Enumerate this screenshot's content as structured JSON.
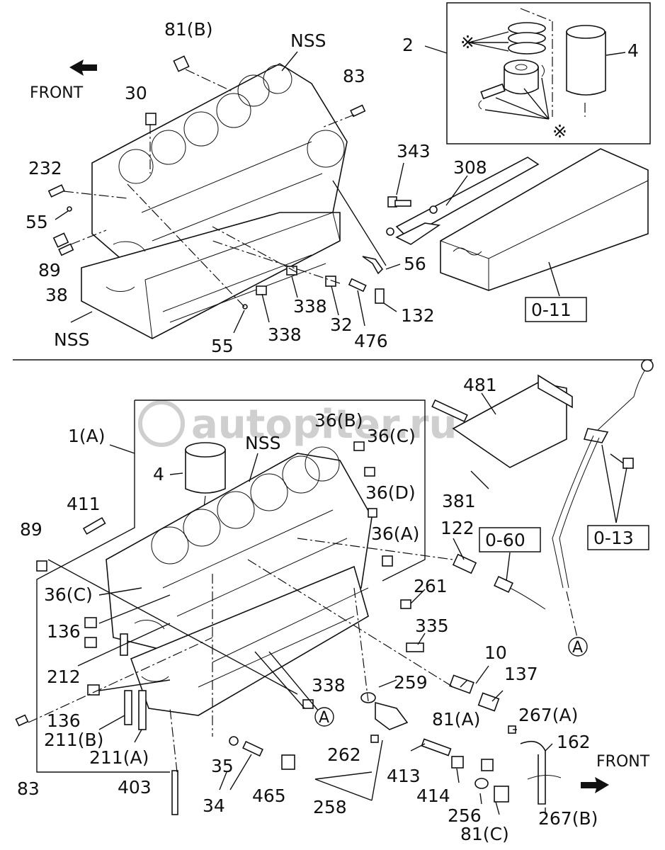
{
  "watermark": "autopiter.ru",
  "top_section": {
    "front_label": "FRONT",
    "labels": [
      "81(B)",
      "NSS",
      "30",
      "83",
      "232",
      "55",
      "89",
      "38",
      "NSS",
      "55",
      "338",
      "338",
      "32",
      "476",
      "132",
      "56",
      "343",
      "308",
      "2",
      "4",
      "0-11"
    ],
    "star_marks": [
      "※",
      "※"
    ]
  },
  "bottom_section": {
    "front_label": "FRONT",
    "labels": [
      "1(A)",
      "4",
      "NSS",
      "36(B)",
      "36(C)",
      "36(D)",
      "36(A)",
      "411",
      "89",
      "36(C)",
      "136",
      "212",
      "136",
      "211(B)",
      "211(A)",
      "83",
      "403",
      "35",
      "34",
      "465",
      "338",
      "262",
      "258",
      "259",
      "81(A)",
      "413",
      "414",
      "256",
      "81(C)",
      "10",
      "137",
      "267(A)",
      "162",
      "267(B)",
      "261",
      "335",
      "122",
      "0-60",
      "481",
      "381",
      "0-13",
      "A",
      "A"
    ]
  }
}
